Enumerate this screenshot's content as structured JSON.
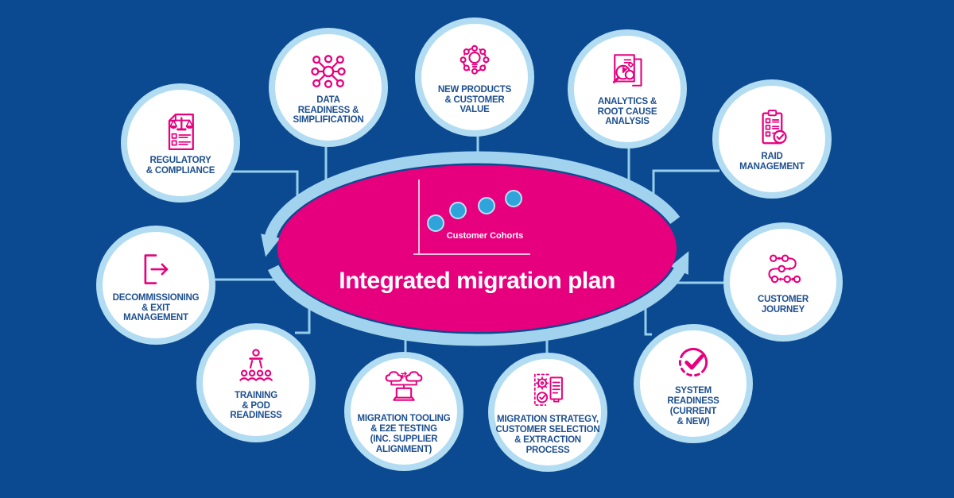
{
  "colors": {
    "background": "#0b4a91",
    "pink": "#e6007e",
    "ring_blue": "#a2d3ee",
    "circle_border_blue": "#b2dcf2",
    "connector_blue": "#96ceec",
    "label_navy": "#1d4f8f",
    "dot_blue": "#2ea4da",
    "white": "#ffffff"
  },
  "center": {
    "title": "Integrated migration plan",
    "chart_label": "Customer Cohorts",
    "mini_chart": {
      "type": "scatter",
      "label": "Customer Cohorts",
      "num_points": 4,
      "trend": "ascending left to right",
      "points_relative": [
        1,
        2,
        3,
        4
      ]
    }
  },
  "nodes": [
    {
      "id": "regulatory-compliance",
      "label": "REGULATORY\n& COMPLIANCE",
      "icon": "scales-document-icon"
    },
    {
      "id": "data-readiness",
      "label": "DATA\nREADINESS &\nSIMPLIFICATION",
      "icon": "data-network-icon"
    },
    {
      "id": "new-products",
      "label": "NEW PRODUCTS\n& CUSTOMER\nVALUE",
      "icon": "lightbulb-ring-icon"
    },
    {
      "id": "analytics-root-cause",
      "label": "ANALYTICS &\nROOT CAUSE\nANALYSIS",
      "icon": "magnifier-report-icon"
    },
    {
      "id": "raid-management",
      "label": "RAID\nMANAGEMENT",
      "icon": "clipboard-check-icon"
    },
    {
      "id": "decommissioning",
      "label": "DECOMMISSIONING\n& EXIT\nMANAGEMENT",
      "icon": "exit-arrow-icon"
    },
    {
      "id": "customer-journey",
      "label": "CUSTOMER\nJOURNEY",
      "icon": "journey-path-icon"
    },
    {
      "id": "training-pod",
      "label": "TRAINING\n& POD\nREADINESS",
      "icon": "presenter-audience-icon"
    },
    {
      "id": "migration-tooling",
      "label": "MIGRATION TOOLING\n& E2E TESTING\n(INC. SUPPLIER\nALIGNMENT)",
      "icon": "cloud-sync-laptop-icon"
    },
    {
      "id": "migration-strategy",
      "label": "MIGRATION STRATEGY,\nCUSTOMER SELECTION\n& EXTRACTION\nPROCESS",
      "icon": "gear-check-doc-icon"
    },
    {
      "id": "system-readiness",
      "label": "SYSTEM\nREADINESS\n(CURRENT\n& NEW)",
      "icon": "check-dashed-circle-icon"
    }
  ]
}
